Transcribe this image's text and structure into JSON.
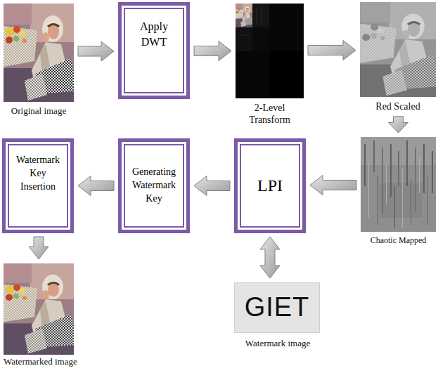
{
  "diagram": {
    "nodes": [
      {
        "text": [
          "Original image"
        ]
      },
      {
        "text": [
          "Apply DWT"
        ]
      },
      {
        "text": [
          "2-Level Transform"
        ]
      },
      {
        "text": [
          "Red Scaled"
        ]
      },
      {
        "text": [
          "Chaotic Mapped"
        ]
      },
      {
        "text": [
          "LPI"
        ]
      },
      {
        "text": [
          "Generating Watermark Key"
        ]
      },
      {
        "text": [
          "Watermark Key Insertion"
        ]
      },
      {
        "text": [
          "Watermarked image"
        ]
      },
      {
        "text": [
          "GIET",
          "Watermark image"
        ]
      }
    ],
    "edges": [
      {
        "from": 0,
        "to": 1,
        "arrow": "to"
      },
      {
        "from": 1,
        "to": 2,
        "arrow": "to"
      },
      {
        "from": 2,
        "to": 3,
        "arrow": "to"
      },
      {
        "from": 3,
        "to": 4,
        "arrow": "to"
      },
      {
        "from": 4,
        "to": 5,
        "arrow": "to"
      },
      {
        "from": 5,
        "to": 6,
        "arrow": "to"
      },
      {
        "from": 6,
        "to": 7,
        "arrow": "to"
      },
      {
        "from": 7,
        "to": 8,
        "arrow": "to"
      },
      {
        "from": 5,
        "to": 9,
        "arrow": "both"
      }
    ]
  }
}
